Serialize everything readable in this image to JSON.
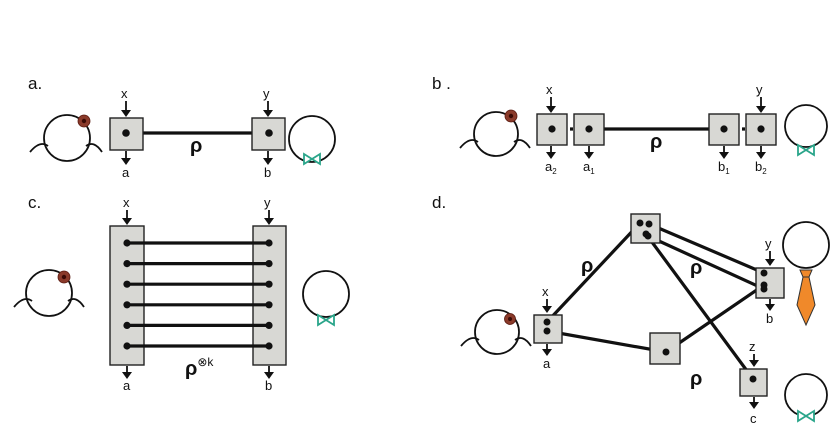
{
  "panels": {
    "a": {
      "label": "a.",
      "inputs": [
        "x",
        "y"
      ],
      "outputs": [
        "a",
        "b"
      ],
      "state": "ρ"
    },
    "b": {
      "label": "b .",
      "inputs": [
        "x",
        "y"
      ],
      "outputs": [
        {
          "base": "a",
          "sub": "2"
        },
        {
          "base": "a",
          "sub": "1"
        },
        {
          "base": "b",
          "sub": "1"
        },
        {
          "base": "b",
          "sub": "2"
        }
      ],
      "state": "ρ"
    },
    "c": {
      "label": "c.",
      "inputs": [
        "x",
        "y"
      ],
      "outputs": [
        "a",
        "b"
      ],
      "state": "ρ",
      "state_power": "⊗k",
      "wire_count": 6
    },
    "d": {
      "label": "d.",
      "inputs": [
        "x",
        "y",
        "z"
      ],
      "outputs": [
        "a",
        "b",
        "c"
      ],
      "states": [
        "ρ",
        "ρ",
        "ρ"
      ]
    }
  },
  "icons": {
    "alice": "person-with-flower-icon",
    "bob": "person-with-bowtie-icon",
    "charlie": "person-with-necktie-icon"
  },
  "colors": {
    "box_fill": "#d8d8d4",
    "flower": "#8a3a2a",
    "bowtie": "#2aa58a",
    "necktie": "#f0892a"
  }
}
